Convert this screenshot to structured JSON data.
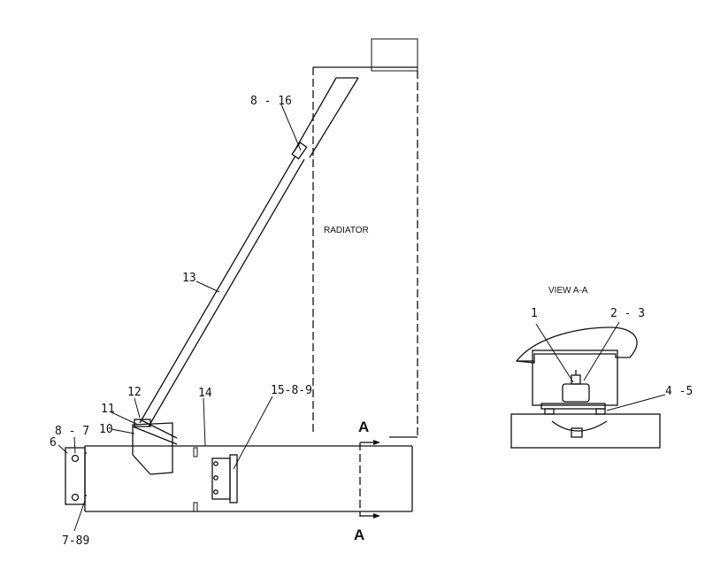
{
  "labels": {
    "radiator": "RADIATOR",
    "view": "VIEW A-A",
    "section_mark": "A",
    "callouts": {
      "c8_16": "8 - 16",
      "c13": "13",
      "c12": "12",
      "c11": "11",
      "c10": "10",
      "c14": "14",
      "c15_8_9": "15-8-9",
      "c8_7": "8 - 7",
      "c6": "6",
      "c7_89": "7-89",
      "c1": "1",
      "c2_3": "2 - 3",
      "c4_5": "4 -5"
    }
  }
}
